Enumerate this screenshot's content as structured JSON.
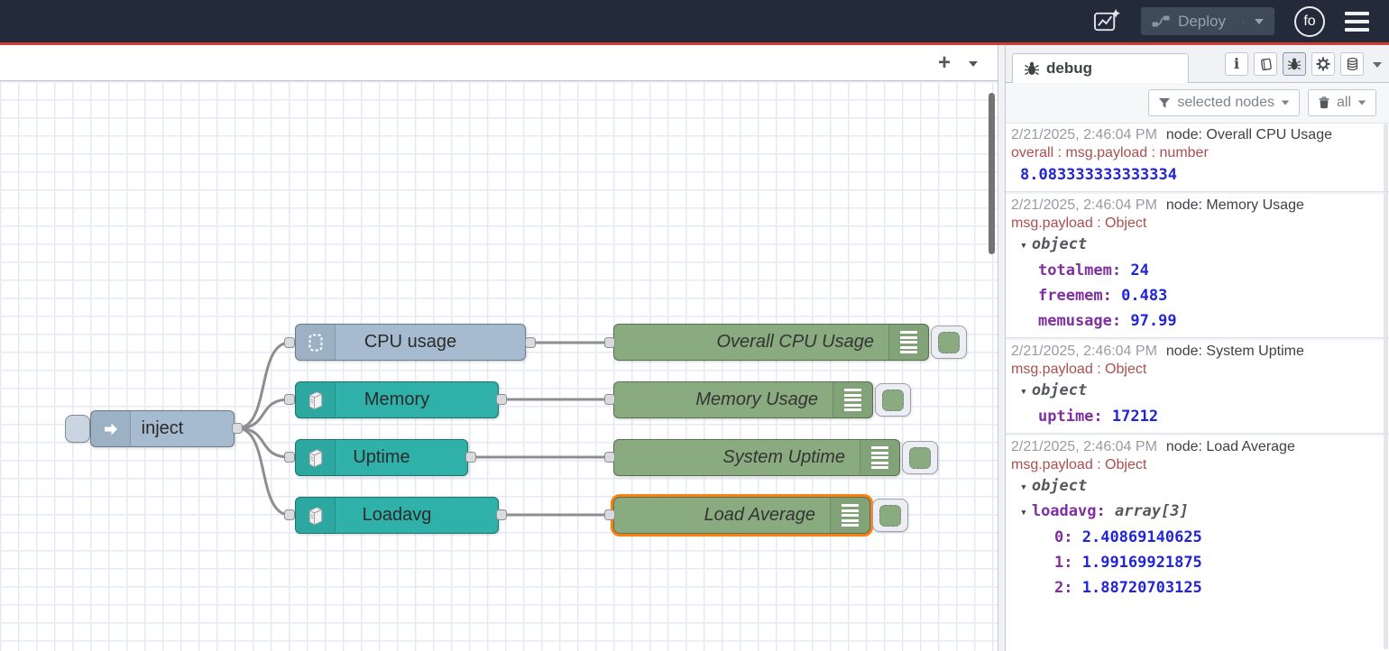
{
  "header": {
    "deploy": "Deploy",
    "avatar": "fo"
  },
  "flow": {
    "inject_label": "inject",
    "cpu_label": "CPU usage",
    "memory_label": "Memory",
    "uptime_label": "Uptime",
    "loadavg_label": "Loadavg",
    "debug_cpu_label": "Overall CPU Usage",
    "debug_memory_label": "Memory Usage",
    "debug_uptime_label": "System Uptime",
    "debug_load_label": "Load Average"
  },
  "sidebar": {
    "tab": "debug",
    "filter": "selected nodes",
    "clear": "all",
    "messages": [
      {
        "timestamp": "2/21/2025, 2:46:04 PM",
        "node": "node: Overall CPU Usage",
        "path": "overall : msg.payload : number",
        "value": "8.083333333333334"
      },
      {
        "timestamp": "2/21/2025, 2:46:04 PM",
        "node": "node: Memory Usage",
        "path": "msg.payload : Object",
        "tree": "object",
        "entries": [
          {
            "key": "totalmem",
            "value": "24"
          },
          {
            "key": "freemem",
            "value": "0.483"
          },
          {
            "key": "memusage",
            "value": "97.99"
          }
        ]
      },
      {
        "timestamp": "2/21/2025, 2:46:04 PM",
        "node": "node: System Uptime",
        "path": "msg.payload : Object",
        "tree": "object",
        "entries": [
          {
            "key": "uptime",
            "value": "17212"
          }
        ]
      },
      {
        "timestamp": "2/21/2025, 2:46:04 PM",
        "node": "node: Load Average",
        "path": "msg.payload : Object",
        "tree": "object",
        "array_key": "loadavg",
        "array_meta": "array[3]",
        "items": [
          {
            "key": "0",
            "value": "2.40869140625"
          },
          {
            "key": "1",
            "value": "1.99169921875"
          },
          {
            "key": "2",
            "value": "1.88720703125"
          }
        ]
      }
    ]
  },
  "colors": {
    "header_bg": "#232b3a",
    "header_accent_red": "#d23c32",
    "node_inject_blue": "#a6bbcf",
    "node_os_teal": "#2fb1a9",
    "node_debug_green": "#8aab7f",
    "selection_orange": "#ff7f0e",
    "wire_gray": "#8e8e8e",
    "json_key_purple": "#7f2f9e",
    "json_number_blue": "#2125d6",
    "payload_path_red": "#a9504e"
  },
  "icons": {
    "header": [
      "flow-export-icon",
      "deploy-icon",
      "user-avatar",
      "menu-icon"
    ],
    "sidebar": [
      "info-icon",
      "book-icon",
      "bug-icon",
      "gear-icon",
      "database-icon",
      "filter-funnel-icon",
      "trash-icon"
    ]
  }
}
